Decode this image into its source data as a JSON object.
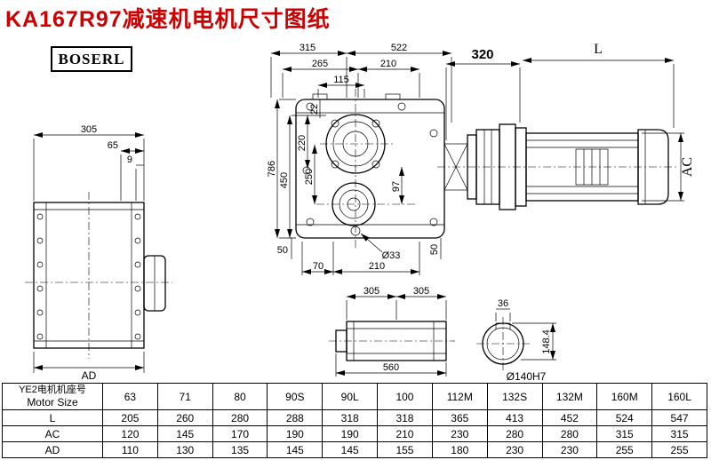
{
  "title": "KA167R97减速机电机尺寸图纸",
  "logo": "BOSERL",
  "dims": {
    "top_315": "315",
    "top_522": "522",
    "top_265": "265",
    "top_210": "210",
    "top_115": "115",
    "left_22": "22",
    "left_220": "220",
    "left_250": "250",
    "left_450": "450",
    "left_786": "786",
    "right_97": "97",
    "bottom_50_left": "50",
    "bottom_70": "70",
    "bottom_210": "210",
    "bottom_dia33": "Ø33",
    "bottom_50_right": "50",
    "motor_320": "320",
    "motor_L": "L",
    "motor_AC": "AC",
    "side_305": "305",
    "side_65": "65",
    "side_9": "9",
    "side_AD": "AD",
    "shaft_305_left": "305",
    "shaft_305_right": "305",
    "shaft_560": "560",
    "hub_36": "36",
    "hub_148_4": "148.4",
    "hub_dia140": "Ø140H7"
  },
  "table": {
    "header_cn": "YE2电机机座号",
    "header_en": "Motor Size",
    "columns": [
      "63",
      "71",
      "80",
      "90S",
      "90L",
      "100",
      "112M",
      "132S",
      "132M",
      "160M",
      "160L"
    ],
    "rows": [
      {
        "label": "L",
        "values": [
          "205",
          "260",
          "280",
          "288",
          "318",
          "318",
          "365",
          "413",
          "452",
          "524",
          "547"
        ]
      },
      {
        "label": "AC",
        "values": [
          "120",
          "145",
          "170",
          "190",
          "190",
          "210",
          "230",
          "280",
          "280",
          "315",
          "315"
        ]
      },
      {
        "label": "AD",
        "values": [
          "110",
          "130",
          "135",
          "145",
          "145",
          "155",
          "180",
          "230",
          "230",
          "255",
          "255"
        ]
      }
    ]
  }
}
